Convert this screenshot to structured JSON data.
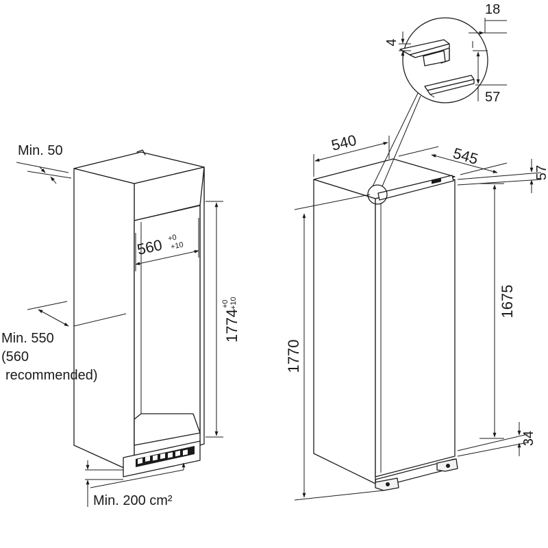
{
  "left_diagram": {
    "min_50": "Min. 50",
    "width_560": "560",
    "width_tol_top": "+0",
    "width_tol_bottom": "+10",
    "height_1774": "1774",
    "height_tol_top": "+0",
    "height_tol_bottom": "+10",
    "min_550_line1": "Min. 550",
    "min_550_line2": "(560",
    "min_550_line3": "recommended)",
    "min_200": "Min. 200 cm²"
  },
  "right_diagram": {
    "width_540": "540",
    "depth_545": "545",
    "dim_57_top": "57",
    "height_1675": "1675",
    "height_1770": "1770",
    "dim_34": "34"
  },
  "detail": {
    "dim_18": "18",
    "dim_4": "4",
    "dim_57": "57"
  }
}
